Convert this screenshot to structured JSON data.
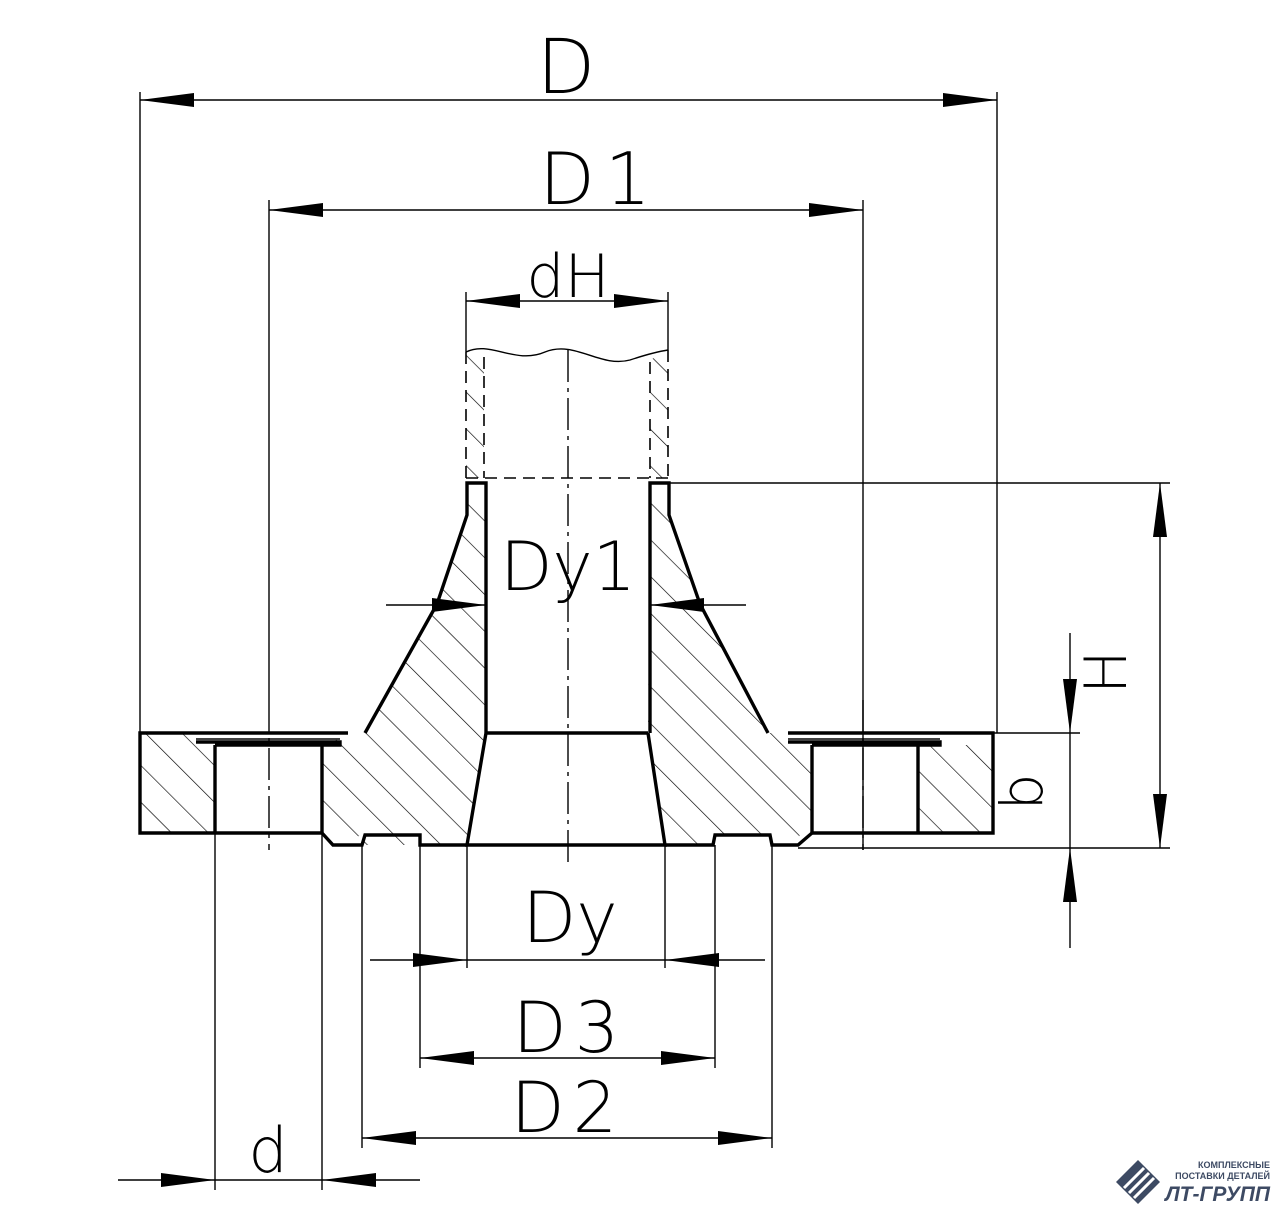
{
  "labels": {
    "D": "D",
    "D1": "D1",
    "dH": "dH",
    "Dy1": "Dy1",
    "H": "H",
    "b": "b",
    "Dy": "Dy",
    "D3": "D3",
    "D2": "D2",
    "d": "d"
  },
  "logo": {
    "line1": "КОМПЛЕКСНЫЕ",
    "line2": "ПОСТАВКИ ДЕТАЛЕЙ",
    "brand": "ЛТ-ГРУПП",
    "color": "#3d4a63",
    "icon": "diamond-stripes-icon"
  }
}
